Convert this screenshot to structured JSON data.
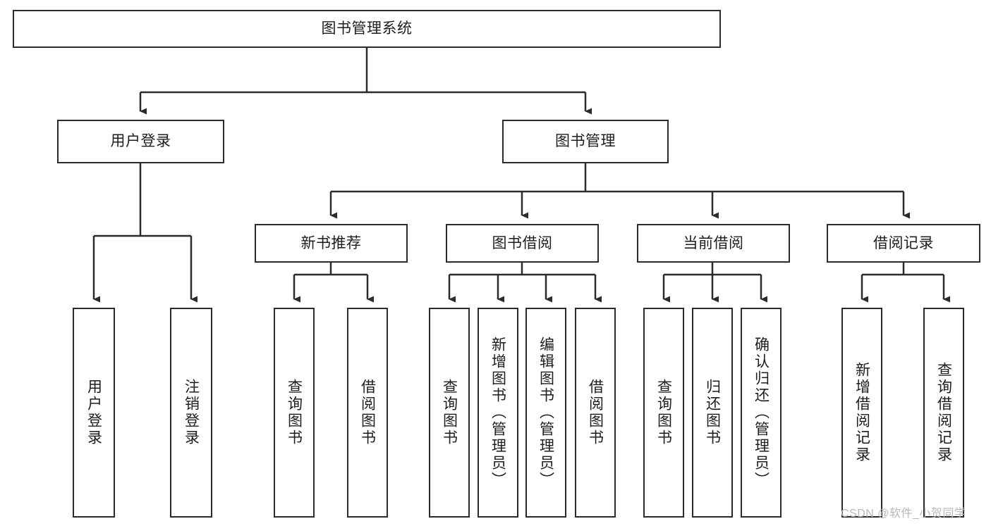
{
  "diagram": {
    "type": "tree",
    "title": "图书管理系统",
    "watermark": "CSDN @软件_小贺同学",
    "colors": {
      "stroke": "#2b2b2b",
      "fill": "#ffffff",
      "text": "#1d1d1d",
      "watermark": "#b9b9b9"
    },
    "nodes": {
      "root": {
        "label": "图书管理系统"
      },
      "level2": [
        {
          "id": "user-login",
          "label": "用户登录"
        },
        {
          "id": "book-manage",
          "label": "图书管理"
        }
      ],
      "level3": [
        {
          "id": "new-book-recommend",
          "label": "新书推荐"
        },
        {
          "id": "book-borrow",
          "label": "图书借阅"
        },
        {
          "id": "current-borrow",
          "label": "当前借阅"
        },
        {
          "id": "borrow-record",
          "label": "借阅记录"
        }
      ],
      "leaves": {
        "user-login": [
          {
            "id": "leaf-user-login",
            "label": "用户登录"
          },
          {
            "id": "leaf-logout-login",
            "label": "注销登录"
          }
        ],
        "new-book-recommend": [
          {
            "id": "leaf-query-book-1",
            "label": "查询图书"
          },
          {
            "id": "leaf-borrow-book-1",
            "label": "借阅图书"
          }
        ],
        "book-borrow": [
          {
            "id": "leaf-query-book-2",
            "label": "查询图书"
          },
          {
            "id": "leaf-add-book",
            "label": "新增图书（管理员）"
          },
          {
            "id": "leaf-edit-book",
            "label": "编辑图书（管理员）"
          },
          {
            "id": "leaf-borrow-book-2",
            "label": "借阅图书"
          }
        ],
        "current-borrow": [
          {
            "id": "leaf-query-book-3",
            "label": "查询图书"
          },
          {
            "id": "leaf-return-book",
            "label": "归还图书"
          },
          {
            "id": "leaf-confirm-return",
            "label": "确认归还（管理员）"
          }
        ],
        "borrow-record": [
          {
            "id": "leaf-add-record",
            "label": "新增借阅记录"
          },
          {
            "id": "leaf-query-record",
            "label": "查询借阅记录"
          }
        ]
      }
    }
  }
}
